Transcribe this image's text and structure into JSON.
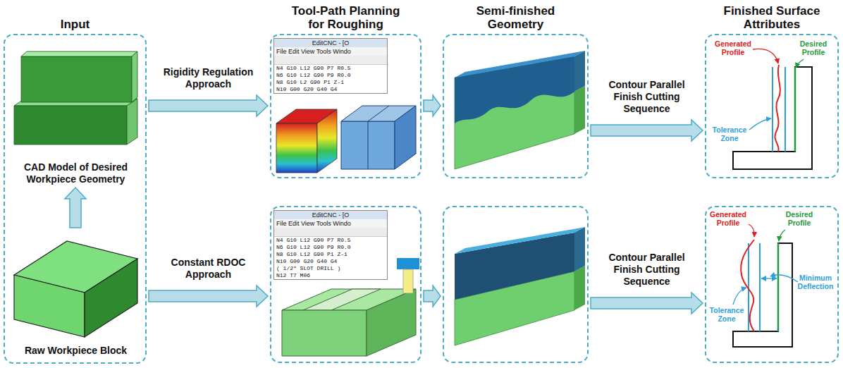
{
  "diagram": {
    "nodes": [
      {
        "text": [
          "Input"
        ]
      },
      {
        "text": [
          "CAD Model of Desired Workpiece Geometry"
        ],
        "in": 0
      },
      {
        "text": [
          "Raw Workpiece Block"
        ],
        "in": 0
      },
      {
        "text": [
          "Tool-Path Planning for Roughing"
        ]
      },
      {
        "text": [
          "EditCNC - [O",
          "File Edit View Tools Windo",
          "N4 G10 L12 G90 P7 R0.5",
          "N6 G10 L12 G90 P9 R0.0",
          "N8 G10 L2 G90 P1 Z-1",
          "N10 G00 G20 G40 G4"
        ],
        "in": 3
      },
      {
        "text": []
      },
      {
        "text": [
          "EditCNC - [O",
          "File Edit View Tools Windo",
          "N4 G10 L12 G90 P7 R0.5",
          "N6 G10 L12 G90 P9 R0.0",
          "N8 G10 L12 G90 P1 Z-1",
          "N10 G00 G20 G40 G4",
          "( 1/2\" SLOT DRILL )",
          "N12 T7 M06"
        ],
        "in": 5
      },
      {
        "text": [
          "Semi-finished Geometry"
        ]
      },
      {
        "text": []
      },
      {
        "text": [
          "Finished Surface Attributes"
        ]
      },
      {
        "text": []
      }
    ],
    "edges": [
      {
        "from": 2,
        "to": 1,
        "arrow": "to"
      },
      {
        "from": 0,
        "to": 3,
        "label": "Rigidity Regulation Approach",
        "arrow": "to"
      },
      {
        "from": 0,
        "to": 5,
        "label": "Constant RDOC Approach",
        "arrow": "to"
      },
      {
        "from": 3,
        "to": 7,
        "arrow": "to"
      },
      {
        "from": 5,
        "to": 8,
        "arrow": "to"
      },
      {
        "from": 7,
        "to": 9,
        "label": "Contour Parallel Finish Cutting Sequence",
        "arrow": "to"
      },
      {
        "from": 8,
        "to": 10,
        "label": "Contour Parallel Finish Cutting Sequence",
        "arrow": "to"
      }
    ],
    "labels": [
      "Generated Profile",
      "Desired Profile",
      "Tolerance Zone",
      "Generated Profile",
      "Desired Profile",
      "Tolerance Zone",
      "Minimum Deflection"
    ]
  }
}
